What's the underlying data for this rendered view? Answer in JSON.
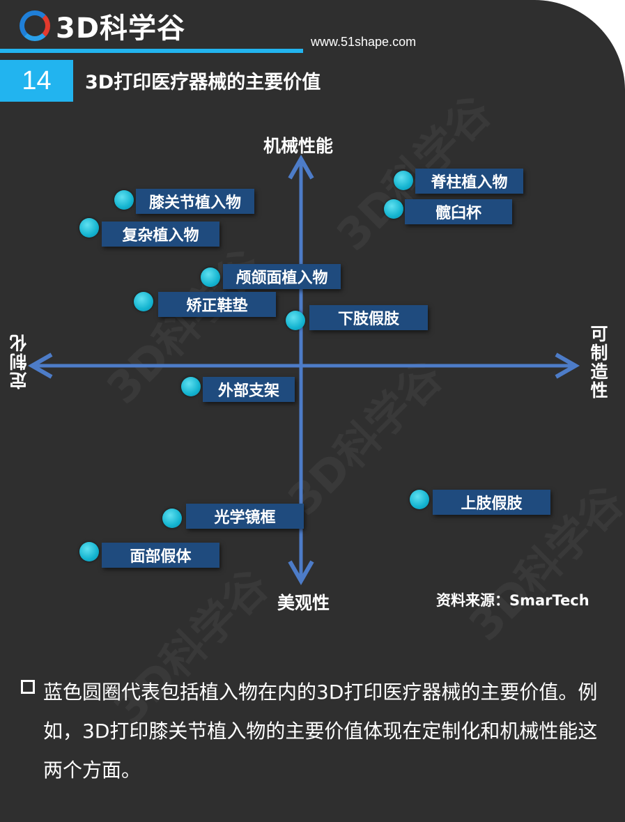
{
  "header": {
    "logo_text": "3D科学谷",
    "website": "www.51shape.com",
    "slide_number": "14",
    "title": "3D打印医疗器械的主要价值"
  },
  "watermark": "3D科学谷",
  "axes": {
    "top": "机械性能",
    "bottom": "美观性",
    "left": "定制化",
    "right": "可制造性"
  },
  "items": [
    {
      "label": "脊柱植入物"
    },
    {
      "label": "髋臼杯"
    },
    {
      "label": "膝关节植入物"
    },
    {
      "label": "复杂植入物"
    },
    {
      "label": "颅颌面植入物"
    },
    {
      "label": "矫正鞋垫"
    },
    {
      "label": "下肢假肢"
    },
    {
      "label": "外部支架"
    },
    {
      "label": "上肢假肢"
    },
    {
      "label": "光学镜框"
    },
    {
      "label": "面部假体"
    }
  ],
  "source": "资料来源：SmarTech",
  "description": "蓝色圆圈代表包括植入物在内的3D打印医疗器械的主要价值。例如，3D打印膝关节植入物的主要价值体现在定制化和机械性能这两个方面。",
  "colors": {
    "background": "#2f2f2f",
    "accent": "#22b4ef",
    "axis": "#4d7cc8",
    "label_box": "#1f4b7e",
    "point": "#14b4d0"
  }
}
